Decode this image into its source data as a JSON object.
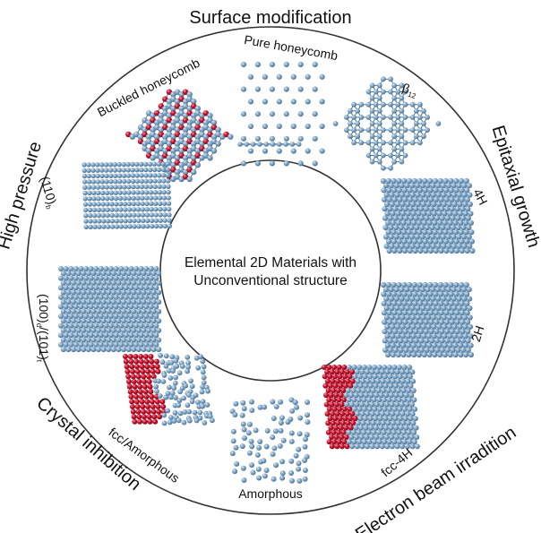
{
  "colors": {
    "atom_blue": "#7fa6c6",
    "atom_blue_dark": "#4c7598",
    "atom_red": "#c8102e",
    "atom_red_dark": "#7e0a1c",
    "ring_stroke": "#333333"
  },
  "center": {
    "line1": "Elemental 2D Materials with",
    "line2": "Unconventional structure"
  },
  "ring_labels": {
    "surface": "Surface modification",
    "epitaxial": "Epitaxial growth",
    "electron": "Electron beam irradition",
    "crystal": "Crystal inhibition",
    "pressure": "High pressure"
  },
  "panels": {
    "pure_honeycomb": "Pure honeycomb",
    "buckled_honeycomb": "Buckled honeycomb",
    "beta12": "β",
    "beta12_sub": "12",
    "h4": "4H",
    "h2": "2H",
    "fcc4h": "fcc-4H",
    "amorphous": "Amorphous",
    "fcc_amorphous": "fcc/Amorphous",
    "p110_a": "(110)",
    "p110_b": "b",
    "p100_a": "(100)",
    "p100_b": "d",
    "p100_c": "/(101)",
    "p100_d": "t"
  }
}
